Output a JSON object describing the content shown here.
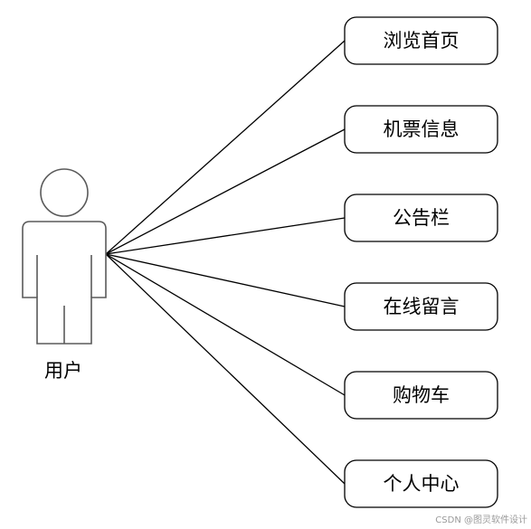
{
  "actor": {
    "label": "用户",
    "icon": "stick-figure-user-icon"
  },
  "use_cases": [
    {
      "label": "浏览首页"
    },
    {
      "label": "机票信息"
    },
    {
      "label": "公告栏"
    },
    {
      "label": "在线留言"
    },
    {
      "label": "购物车"
    },
    {
      "label": "个人中心"
    }
  ],
  "watermark": "CSDN @图灵软件设计"
}
